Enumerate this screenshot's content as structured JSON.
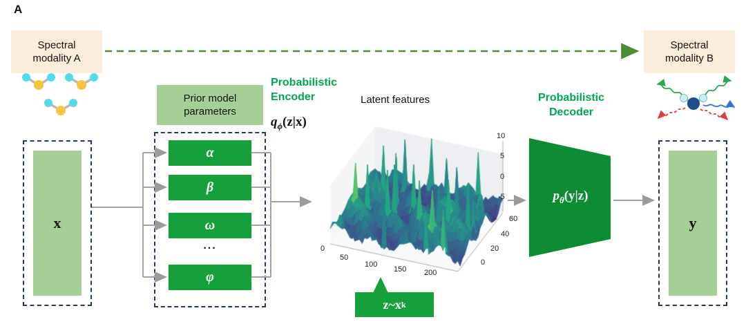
{
  "colors": {
    "peach": "#fceedc",
    "light_green": "#a6ce97",
    "dark_green": "#16a03c",
    "decoder_green": "#0e8c33",
    "text_green": "#00a651",
    "dashed_border_navy": "#1f3864",
    "connector_gray": "#a3a3a3",
    "dashed_arrow_green": "#4e8b33"
  },
  "panel": {
    "label": "A"
  },
  "modalities": {
    "a": "Spectral modality A",
    "b": "Spectral modality B"
  },
  "prior": {
    "header": "Prior model parameters",
    "params": [
      "α",
      "β",
      "ω",
      "φ"
    ],
    "ellipsis": "..."
  },
  "encoder": {
    "title_line1": "Probabilistic",
    "title_line2": "Encoder",
    "formula": {
      "base": "q",
      "sub": "ϕ",
      "args": "(z|x)"
    }
  },
  "decoder": {
    "title_line1": "Probabilistic",
    "title_line2": "Decoder",
    "formula": {
      "base": "p",
      "sub": "θ",
      "args": "(y|z)"
    }
  },
  "latent_plot": {
    "title": "Latent features",
    "x_ticks": [
      "0",
      "50",
      "100",
      "150",
      "200"
    ],
    "y_ticks": [
      "0",
      "20",
      "40",
      "60"
    ],
    "z_ticks": [
      "10",
      "5",
      "0",
      "-5"
    ]
  },
  "callout": {
    "base": "z~x",
    "sub": "k"
  },
  "io": {
    "input": "x",
    "output": "y"
  },
  "icons": {
    "left": "molecule-pair-icon",
    "right": "scattering-molecule-icon"
  }
}
